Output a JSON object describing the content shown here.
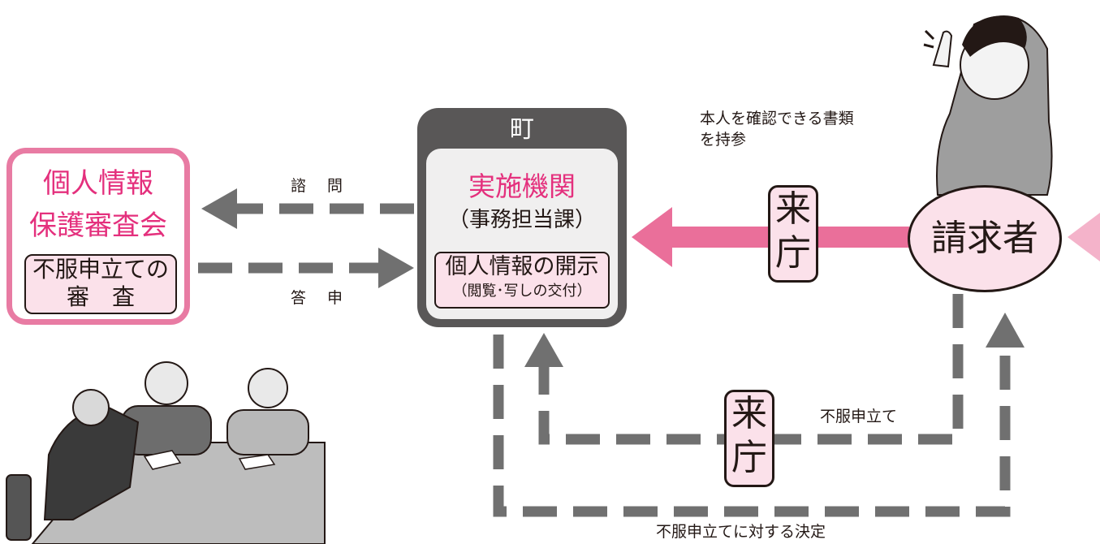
{
  "committee": {
    "title_line1": "個人情報",
    "title_line2": "保護審査会",
    "function_line1": "不服申立ての",
    "function_line2": "審　査"
  },
  "town": {
    "title": "町",
    "agency": "実施機関",
    "department": "（事務担当課）",
    "disclosure_main": "個人情報の開示",
    "disclosure_sub": "（閲覧･写しの交付）"
  },
  "requester": {
    "label": "請求者"
  },
  "raichou": {
    "line1": "来",
    "line2": "庁"
  },
  "arrows": {
    "inquiry": "諮 問",
    "report": "答 申",
    "bring_id_line1": "本人を確認できる書類",
    "bring_id_line2": "を持参",
    "objection": "不服申立て",
    "decision": "不服申立てに対する決定"
  },
  "colors": {
    "accent_pink": "#e4307d",
    "arrow_pink": "#ea6f9a",
    "light_pink": "#fbe1ea",
    "dashed_gray": "#707070",
    "town_dark": "#595757"
  },
  "illustrations": {
    "meeting": "business-meeting-illustration",
    "person": "woman-pointing-illustration"
  }
}
